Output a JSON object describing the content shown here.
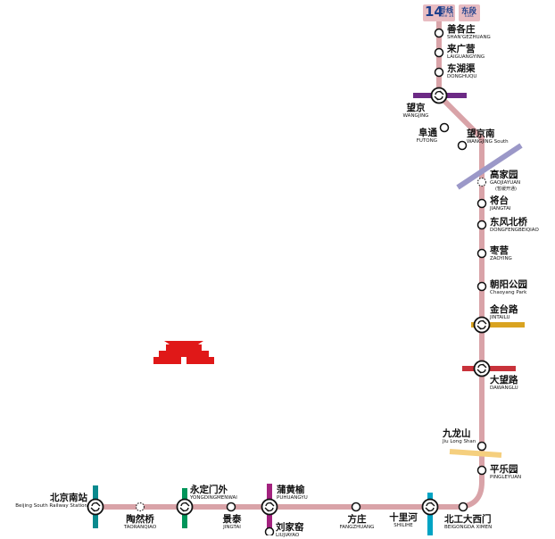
{
  "line": {
    "number": "14",
    "hao": "号线",
    "line_en": "Line 14",
    "direction_zh": "东段",
    "direction_en": "East",
    "color": "#d9a3a8"
  },
  "stations": [
    {
      "id": "shangezhuang",
      "zh": "善各庄",
      "en": "SHAN'GEZHUANG"
    },
    {
      "id": "laiguangying",
      "zh": "来广营",
      "en": "LAIGUANGYING"
    },
    {
      "id": "donghuqu",
      "zh": "东湖渠",
      "en": "DONGHUQU"
    },
    {
      "id": "wangjing",
      "zh": "望京",
      "en": "WANGJING",
      "transfer": true
    },
    {
      "id": "futong",
      "zh": "阜通",
      "en": "FUTONG"
    },
    {
      "id": "wangjingnan",
      "zh": "望京南",
      "en": "WANGJING South"
    },
    {
      "id": "gaojiayuan",
      "zh": "高家园",
      "en": "GAOJIAYUAN",
      "note": "(暂缓开通)",
      "suspended": true
    },
    {
      "id": "jiangtai",
      "zh": "将台",
      "en": "JIANGTAI"
    },
    {
      "id": "dongfengbeiqiao",
      "zh": "东风北桥",
      "en": "DONGFENGBEIQIAO"
    },
    {
      "id": "zaoying",
      "zh": "枣营",
      "en": "ZAOYING"
    },
    {
      "id": "chaoyanggongyuan",
      "zh": "朝阳公园",
      "en": "Chaoyang Park"
    },
    {
      "id": "jintailu",
      "zh": "金台路",
      "en": "JINTAILU",
      "transfer": true
    },
    {
      "id": "dawanglu",
      "zh": "大望路",
      "en": "DAWANGLU",
      "transfer": true
    },
    {
      "id": "jiulongshan",
      "zh": "九龙山",
      "en": "Jiu Long Shan"
    },
    {
      "id": "pingleyuan",
      "zh": "平乐园",
      "en": "PINGLEYUAN"
    },
    {
      "id": "beigongdaximen",
      "zh": "北工大西门",
      "en": "BEIGONGDA XIMEN"
    },
    {
      "id": "shilihe",
      "zh": "十里河",
      "en": "SHILIHE",
      "transfer": true
    },
    {
      "id": "fangzhuang",
      "zh": "方庄",
      "en": "FANGZHUANG"
    },
    {
      "id": "liujiayao",
      "zh": "刘家窑",
      "en": "LIUJIAYAO",
      "transfer": true
    },
    {
      "id": "puhuangyu",
      "zh": "蒲黄榆",
      "en": "PUHUANGYU",
      "transfer": true
    },
    {
      "id": "jingtai",
      "zh": "景泰",
      "en": "JINGTAI"
    },
    {
      "id": "yongdingmenwai",
      "zh": "永定门外",
      "en": "YONGDINGMENWAI",
      "transfer": true
    },
    {
      "id": "taoranqiao",
      "zh": "陶然桥",
      "en": "TAORANQIAO",
      "suspended": true
    },
    {
      "id": "beijingnanzhan",
      "zh": "北京南站",
      "en": "Beijing South Railway Station",
      "transfer": true
    }
  ],
  "crossing_lines": [
    {
      "id": "line-15",
      "color": "#6c2a85"
    },
    {
      "id": "line-13-branch",
      "color": "#9b98c8"
    },
    {
      "id": "line-1",
      "color": "#d9a320"
    },
    {
      "id": "line-1-batong",
      "color": "#c8323a"
    },
    {
      "id": "line-7",
      "color": "#f5cf7e"
    },
    {
      "id": "line-10",
      "color": "#00a4c4"
    },
    {
      "id": "line-5",
      "color": "#a3227f"
    },
    {
      "id": "line-8",
      "color": "#00955a"
    },
    {
      "id": "line-4",
      "color": "#0a8a8e"
    }
  ],
  "landmark": {
    "name": "tiananmen-icon",
    "color": "#e01818"
  }
}
